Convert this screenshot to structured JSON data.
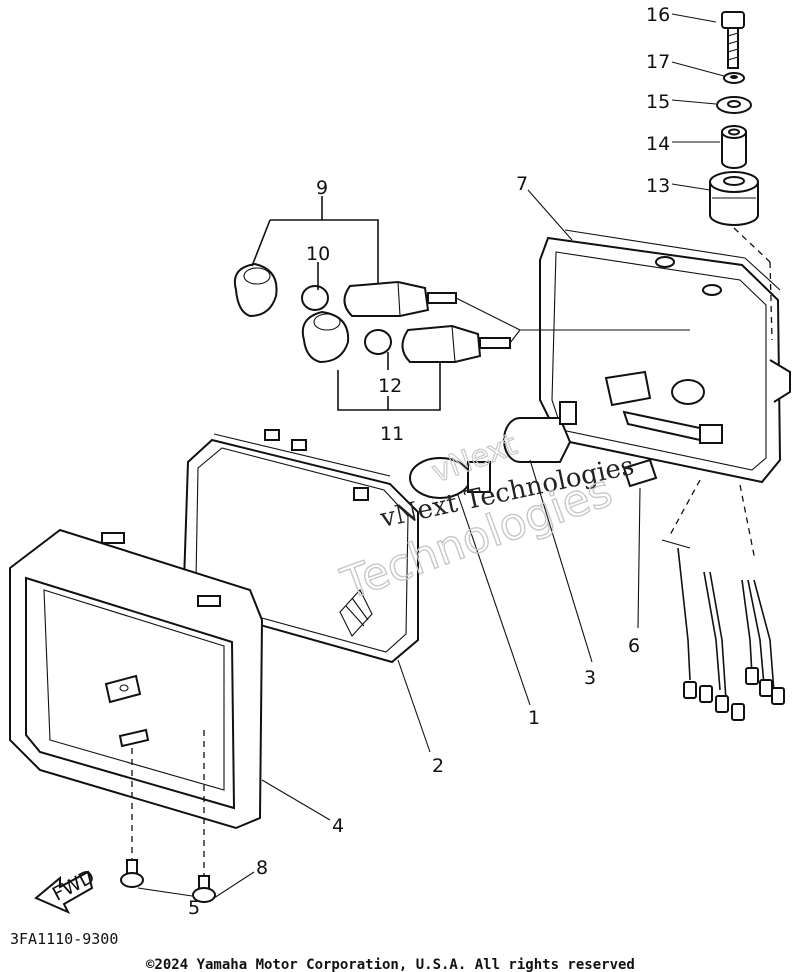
{
  "callouts": {
    "c1": "1",
    "c2": "2",
    "c3": "3",
    "c4": "4",
    "c5": "5",
    "c6": "6",
    "c7": "7",
    "c8": "8",
    "c9": "9",
    "c10": "10",
    "c11": "11",
    "c12": "12",
    "c13": "13",
    "c14": "14",
    "c15": "15",
    "c16": "16",
    "c17": "17"
  },
  "fwd_label": "FWD",
  "watermark": {
    "serif_text": "vNext Technologies",
    "outline_line1": "vNext",
    "outline_line2": "Technologies"
  },
  "diagram_code": "3FA1110-9300",
  "copyright": "©2024 Yamaha Motor Corporation, U.S.A. All rights reserved"
}
